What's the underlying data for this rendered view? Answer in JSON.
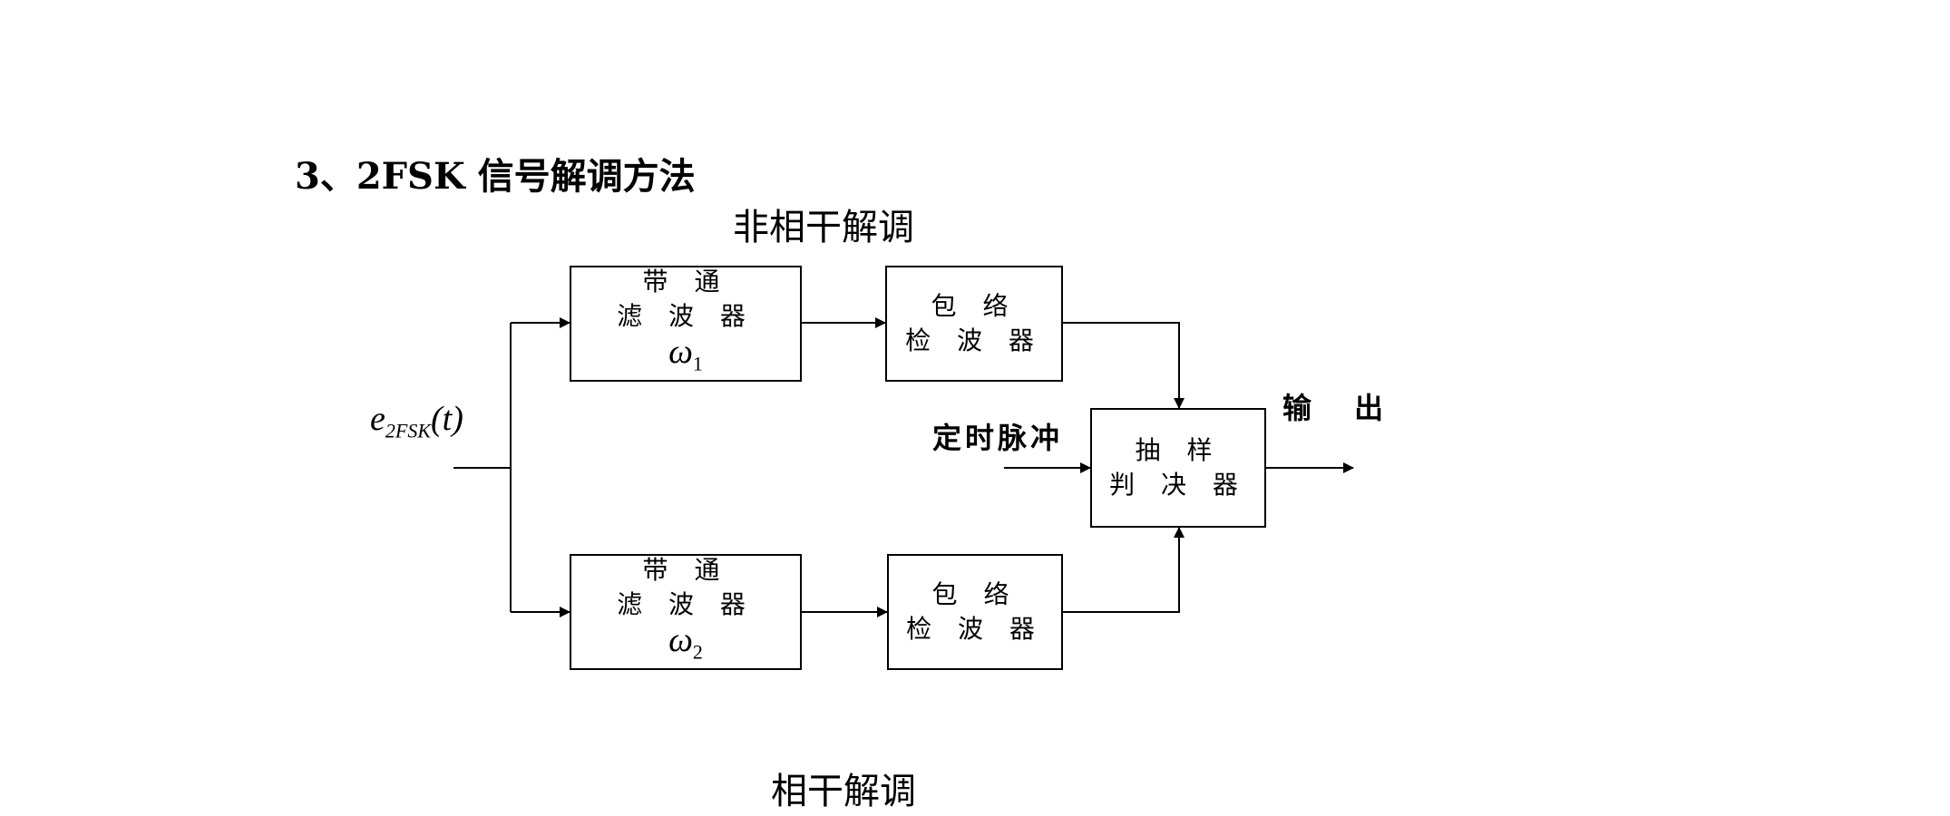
{
  "heading": "3、2FSK 信号解调方法",
  "subtitle_noncoherent": "非相干解调",
  "subtitle_coherent": "相干解调",
  "input_signal": {
    "base": "e",
    "subscript": "2FSK",
    "arg": "(t)"
  },
  "bpf1": {
    "line1": "带 通",
    "line2": "滤 波 器",
    "omega": "ω",
    "omega_sub": "1"
  },
  "bpf2": {
    "line1": "带 通",
    "line2": "滤 波 器",
    "omega": "ω",
    "omega_sub": "2"
  },
  "env1": {
    "line1": "包 络",
    "line2": "检 波 器"
  },
  "env2": {
    "line1": "包 络",
    "line2": "检 波 器"
  },
  "decision": {
    "line1": "抽 样",
    "line2": "判 决 器"
  },
  "timing_label": "定时脉冲",
  "output_label": "输 出"
}
